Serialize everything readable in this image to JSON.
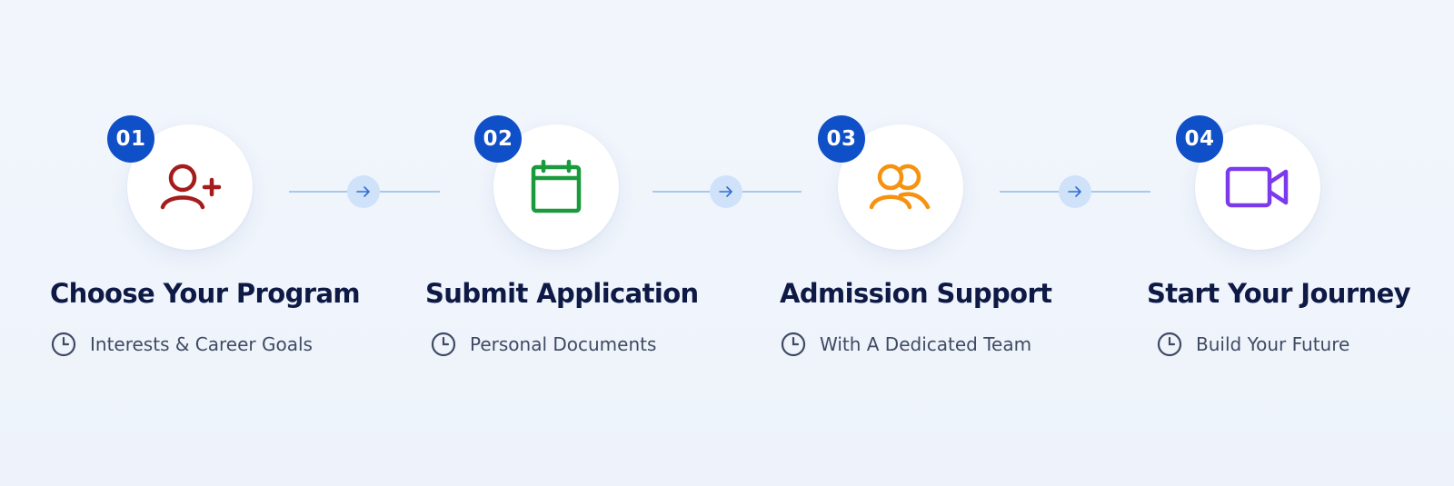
{
  "steps": [
    {
      "number": "01",
      "title": "Choose Your Program",
      "subtitle": "Interests & Career Goals",
      "icon": "add-user-icon",
      "icon_color": "#a51c1c"
    },
    {
      "number": "02",
      "title": "Submit Application",
      "subtitle": "Personal Documents",
      "icon": "calendar-icon",
      "icon_color": "#1a9a3c"
    },
    {
      "number": "03",
      "title": "Admission Support",
      "subtitle": "With A Dedicated Team",
      "icon": "users-icon",
      "icon_color": "#f5920f"
    },
    {
      "number": "04",
      "title": "Start Your Journey",
      "subtitle": "Build Your Future",
      "icon": "video-camera-icon",
      "icon_color": "#7c3aed"
    }
  ],
  "colors": {
    "badge": "#0f4fc7",
    "connector_line": "#a9c8ef",
    "connector_dot": "#cfe2fa",
    "arrow": "#2f6fd0",
    "title": "#0e1a45",
    "subtitle": "#3f4a63"
  }
}
